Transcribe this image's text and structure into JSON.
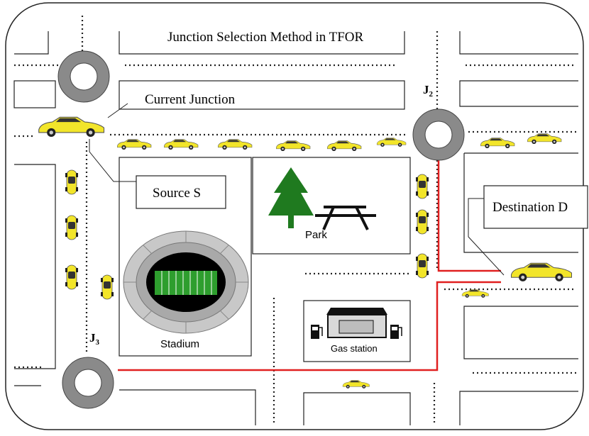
{
  "title": "Junction Selection Method in TFOR",
  "labels": {
    "current_junction": "Current Junction",
    "source": "Source S",
    "destination": "Destination D",
    "park": "Park",
    "stadium": "Stadium",
    "gas_station": "Gas station"
  },
  "junctions": {
    "j2": {
      "letter": "J",
      "sub": "2"
    },
    "j3": {
      "letter": "J",
      "sub": "3"
    }
  },
  "colors": {
    "road_line": "#222222",
    "route": "#e02020",
    "car_body": "#f2e52a",
    "roundabout": "#8a8a8a",
    "tree": "#1f7a1f",
    "field": "#2e9e2e"
  }
}
